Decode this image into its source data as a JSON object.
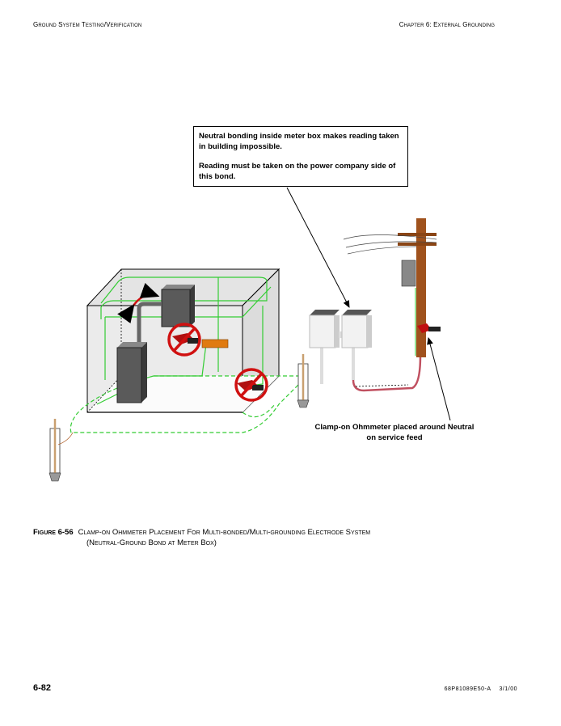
{
  "header": {
    "left": "Ground System Testing/Verification",
    "right": "Chapter 6: External Grounding"
  },
  "figure": {
    "callout": {
      "line1": "Neutral bonding inside meter box makes reading taken in building impossible.",
      "line2": "Reading must be taken on the power company side of this bond."
    },
    "clamp_label": {
      "line1": "Clamp-on Ohmmeter placed around Neutral",
      "line2": "on service feed"
    },
    "colors": {
      "ground_wire": "#33cc33",
      "prohibited": "#d01010",
      "pole": "#a0521d",
      "equipment": "#5a5a5a",
      "bus_bar": "#e07a10"
    }
  },
  "caption": {
    "number": "Figure 6-56",
    "line1": "Clamp-on Ohmmeter Placement For Multi-bonded/Multi-grounding Electrode System",
    "line2": "(Neutral-Ground Bond at Meter Box)"
  },
  "footer": {
    "page_number": "6-82",
    "doc_id": "68P81089E50-A",
    "date": "3/1/00"
  }
}
